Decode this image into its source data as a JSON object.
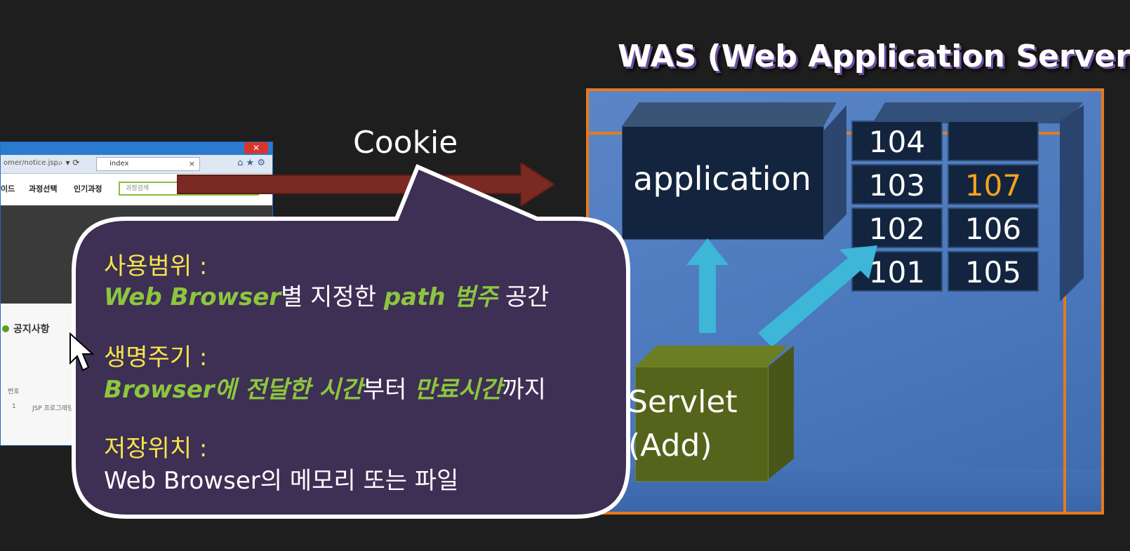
{
  "was": {
    "title": "WAS (Web Application Server)",
    "application_label": "application",
    "grid": [
      [
        "104",
        ""
      ],
      [
        "103",
        "107"
      ],
      [
        "102",
        "106"
      ],
      [
        "101",
        "105"
      ]
    ],
    "highlight_value": "107",
    "highlight_color": "#f5a21e",
    "servlet_line1": "Servlet",
    "servlet_line2": "(Add)",
    "border_color": "#e67a1e"
  },
  "cookie": {
    "label": "Cookie"
  },
  "browser": {
    "url": "omer/notice.jsp",
    "tab_title": "index",
    "close_symbol": "✕",
    "menu": [
      "이드",
      "과정선택",
      "인기과정"
    ],
    "search_placeholder": "과정검색",
    "notice_title": "공지사항",
    "column_header": "번호",
    "row_number": "1",
    "row_text": "JSP 프로그래밍"
  },
  "callout": {
    "scope_heading": "사용범위 :",
    "scope_green1": "Web Browser",
    "scope_white1": "별 지정한 ",
    "scope_green2": "path 범주",
    "scope_white2": " 공간",
    "lifetime_heading": "생명주기 :",
    "lifetime_green1": "Browser에 전달한 시간",
    "lifetime_white1": "부터 ",
    "lifetime_green2": "만료시간",
    "lifetime_white2": "까지",
    "storage_heading": "저장위치 :",
    "storage_text": "Web Browser의 메모리 또는 파일"
  },
  "colors": {
    "background": "#1e1e1e",
    "callout_fill": "#3e2f55",
    "arrow_cyan": "#3db6d8",
    "cookie_arrow": "#7a2a22"
  }
}
